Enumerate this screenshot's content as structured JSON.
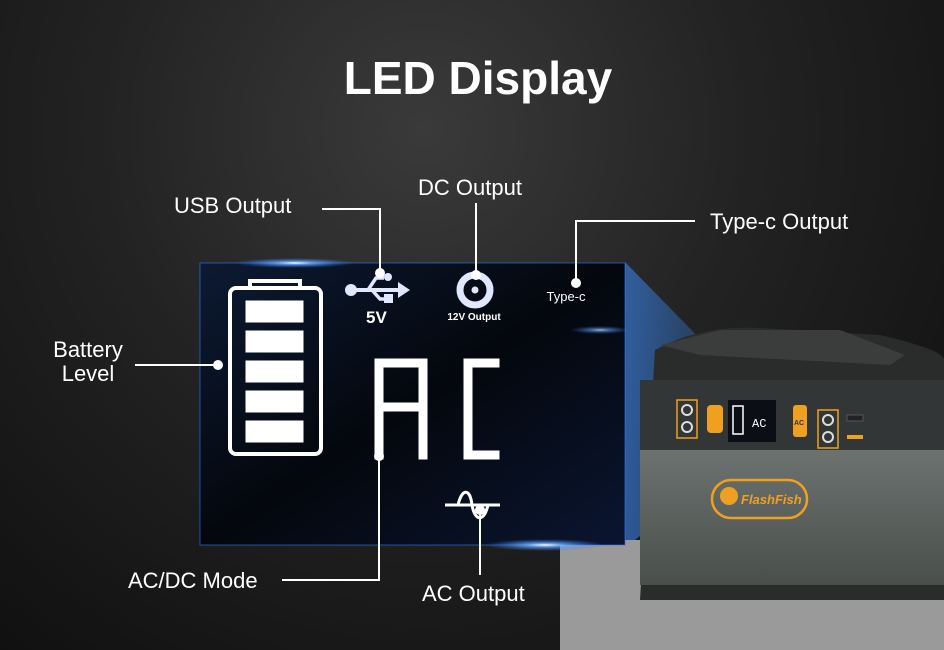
{
  "title": "LED Display",
  "callouts": {
    "usb": "USB Output",
    "dc": "DC Output",
    "typec": "Type-c Output",
    "battery_line1": "Battery",
    "battery_line2": "Level",
    "mode": "AC/DC Mode",
    "ac": "AC Output"
  },
  "display": {
    "usb_voltage": "5V",
    "dc_label": "12V Output",
    "typec_label": "Type-c",
    "mode_text": "AC",
    "battery_bars": 5,
    "battery_level_fraction": 1.0
  },
  "product": {
    "brand": "FlashFish",
    "ac_button": "AC"
  },
  "colors": {
    "accent_blue": "#2f7bff",
    "brand_orange": "#f0a020"
  }
}
